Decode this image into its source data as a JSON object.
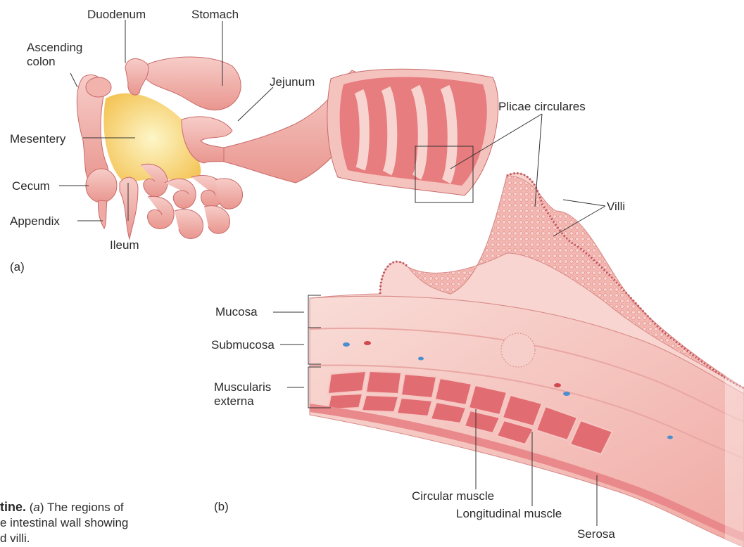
{
  "labels": {
    "duodenum": "Duodenum",
    "stomach": "Stomach",
    "ascending_colon": "Ascending\ncolon",
    "jejunum": "Jejunum",
    "mesentery": "Mesentery",
    "cecum": "Cecum",
    "appendix": "Appendix",
    "ileum": "Ileum",
    "panel_a": "(a)",
    "plicae_circulares": "Plicae circulares",
    "villi": "Villi",
    "mucosa": "Mucosa",
    "submucosa": "Submucosa",
    "muscularis_externa": "Muscularis\nexterna",
    "panel_b": "(b)",
    "circular_muscle": "Circular muscle",
    "longitudinal_muscle": "Longitudinal muscle",
    "serosa": "Serosa"
  },
  "caption": {
    "line1_bold": "tine.",
    "line1_a": "(",
    "line1_a_italic": "a",
    "line1_rest": ") The regions of",
    "line2": "e intestinal wall showing",
    "line3": "d villi."
  },
  "colors": {
    "tissue_light": "#f6c9c4",
    "tissue_mid": "#ee9f9a",
    "tissue_dark": "#d9646a",
    "muscle": "#e0686f",
    "mesentery": "#f7e27a",
    "leader_line": "#333333"
  }
}
